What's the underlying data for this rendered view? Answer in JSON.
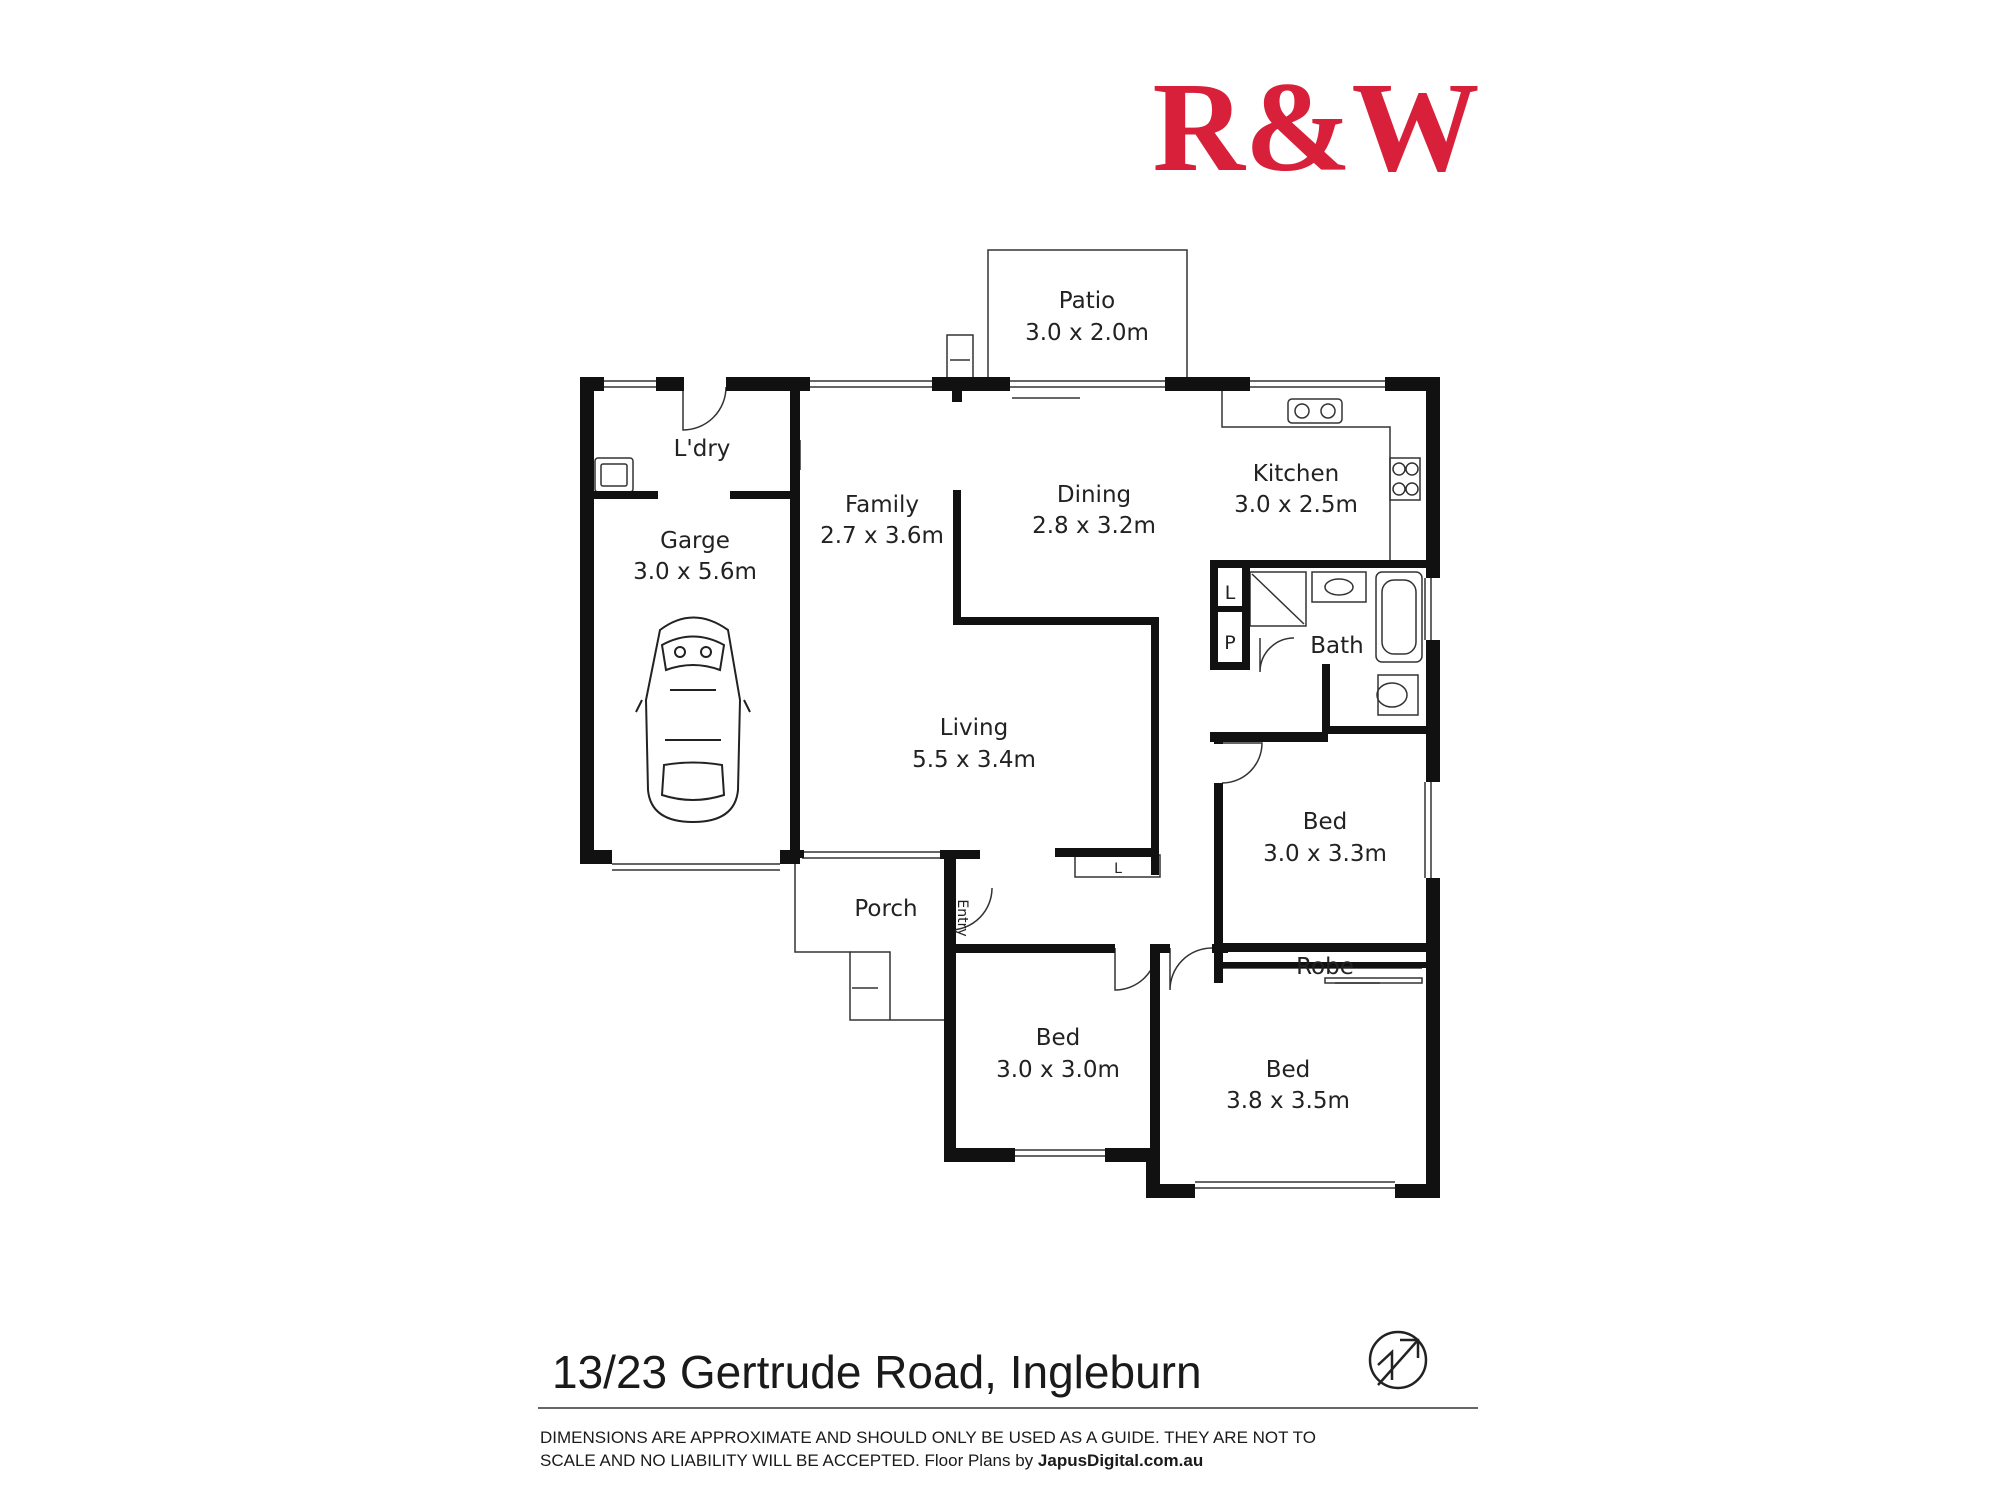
{
  "brand": {
    "logo_text": "R&W",
    "color": "#d9203a"
  },
  "rooms": {
    "patio": {
      "name": "Patio",
      "size": "3.0 x 2.0m"
    },
    "laundry": {
      "name": "L'dry"
    },
    "family": {
      "name": "Family",
      "size": "2.7 x 3.6m"
    },
    "dining": {
      "name": "Dining",
      "size": "2.8 x 3.2m"
    },
    "kitchen": {
      "name": "Kitchen",
      "size": "3.0 x 2.5m"
    },
    "garage": {
      "name": "Garge",
      "size": "3.0 x 5.6m"
    },
    "bath": {
      "name": "Bath"
    },
    "linen_bath": {
      "name": "L"
    },
    "pantry": {
      "name": "P"
    },
    "living": {
      "name": "Living",
      "size": "5.5 x 3.4m"
    },
    "bed_1": {
      "name": "Bed",
      "size": "3.0 x 3.3m"
    },
    "linen_living": {
      "name": "L"
    },
    "porch": {
      "name": "Porch"
    },
    "entry": {
      "name": "Entry"
    },
    "robe": {
      "name": "Robe"
    },
    "bed_2": {
      "name": "Bed",
      "size": "3.0 x 3.0m"
    },
    "bed_3": {
      "name": "Bed",
      "size": "3.8 x 3.5m"
    }
  },
  "footer": {
    "address": "13/23 Gertrude Road, Ingleburn",
    "disclaimer_line1": "DIMENSIONS ARE APPROXIMATE AND SHOULD ONLY BE USED AS A GUIDE. THEY ARE NOT TO",
    "disclaimer_line2": "SCALE AND NO LIABILITY WILL BE ACCEPTED.  Floor Plans by ",
    "credit": "JapusDigital.com.au"
  },
  "icons": {
    "compass": "north-arrow-icon",
    "car": "car-icon"
  }
}
